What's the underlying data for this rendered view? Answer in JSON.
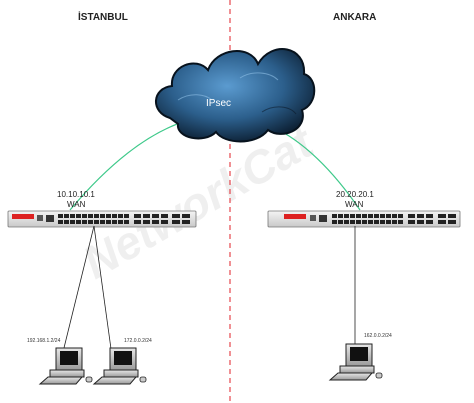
{
  "sites": {
    "left": {
      "name": "İSTANBUL"
    },
    "right": {
      "name": "ANKARA"
    }
  },
  "tunnel": {
    "label": "IPsec",
    "line_color": "#3ec98a"
  },
  "firewalls": {
    "left": {
      "ip": "10.10.10.1",
      "interface": "WAN"
    },
    "right": {
      "ip": "20.20.20.1",
      "interface": "WAN"
    }
  },
  "hosts": {
    "left_a": {
      "ip": "192.168.1.2/24"
    },
    "left_b": {
      "ip": "172.0.0.2/24"
    },
    "right_a": {
      "ip": "162.0.0.2/24"
    }
  },
  "watermark": {
    "text": "NetworkCat"
  },
  "colors": {
    "divider": "#e0202a",
    "cloud_dark": "#0b1f33",
    "cloud_light": "#4a87b8"
  }
}
